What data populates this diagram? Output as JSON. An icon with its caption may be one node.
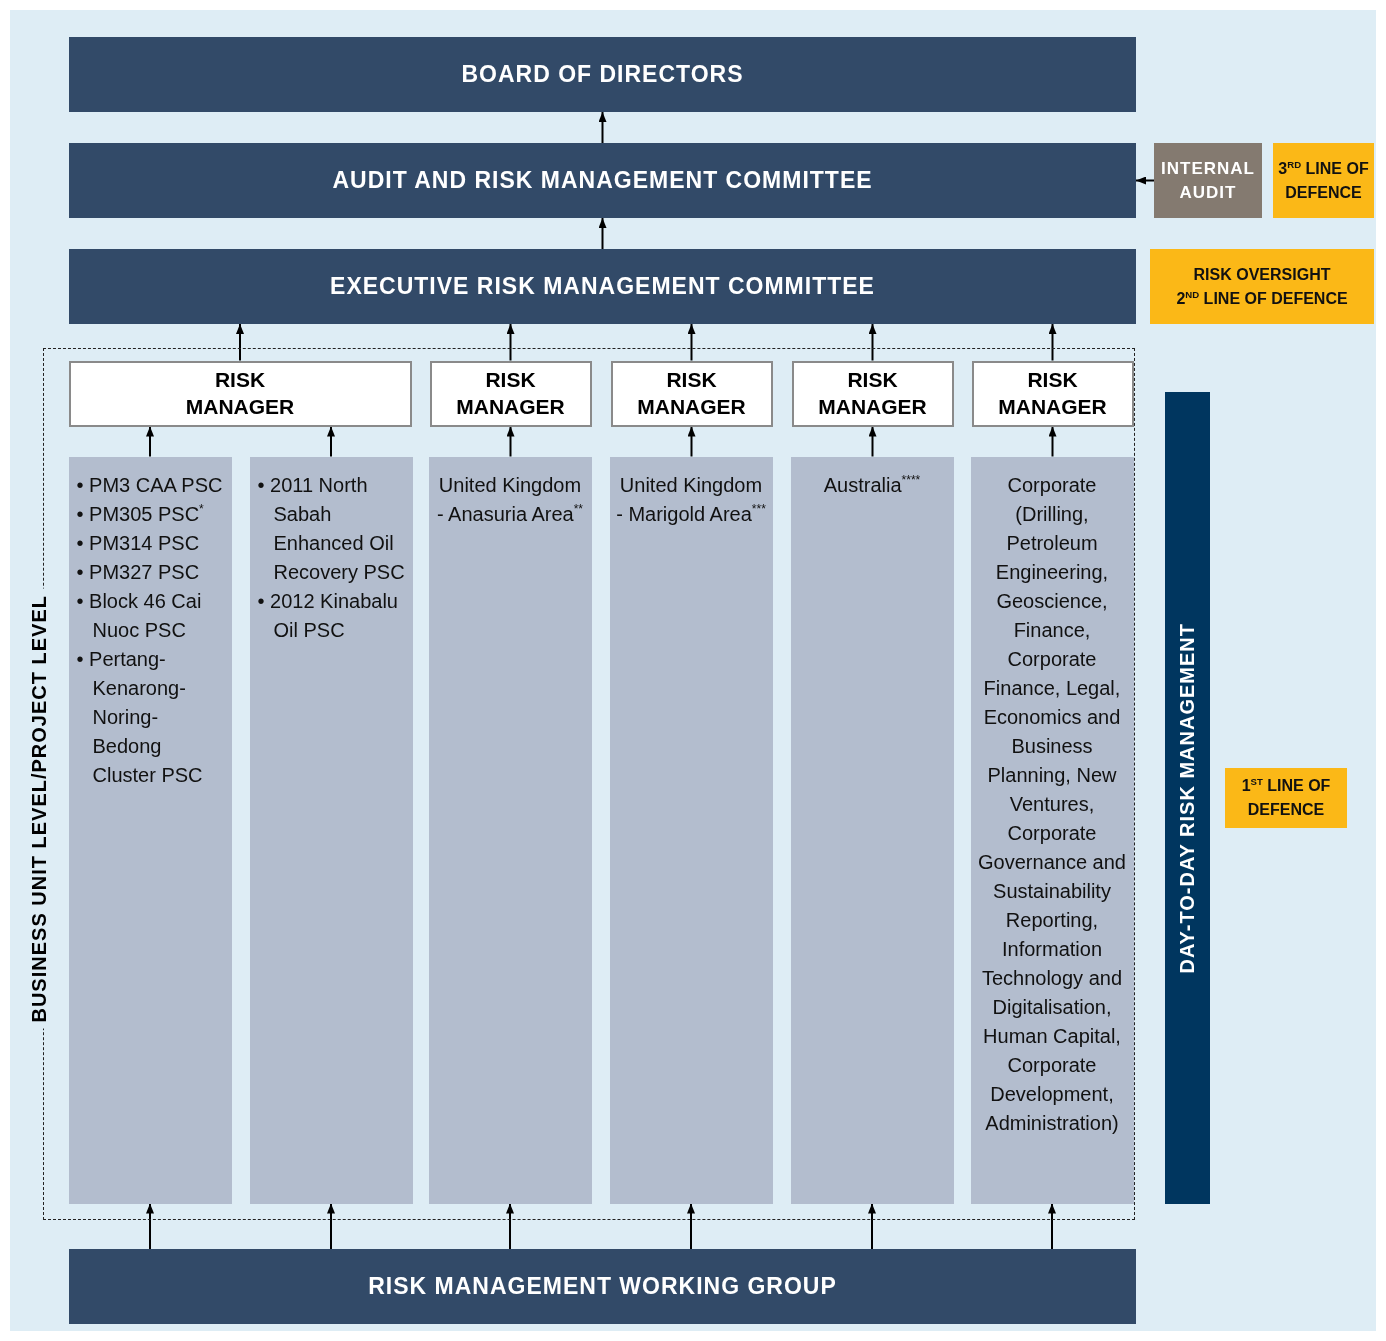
{
  "diagram": {
    "nodes": [
      {
        "text": [
          "BOARD OF DIRECTORS"
        ]
      },
      {
        "text": [
          "AUDIT AND RISK MANAGEMENT COMMITTEE"
        ]
      },
      {
        "text": [
          "EXECUTIVE RISK MANAGEMENT COMMITTEE"
        ]
      },
      {
        "text": [
          "INTERNAL AUDIT"
        ]
      },
      {
        "text": [
          "3$^{RD}$ LINE OF DEFENCE"
        ]
      },
      {
        "text": [
          "RISK OVERSIGHT",
          "2$^{ND}$ LINE OF DEFENCE"
        ]
      },
      {
        "text": [
          "BUSINESS UNIT LEVEL/PROJECT LEVEL"
        ]
      },
      {
        "text": [
          "RISK MANAGER"
        ],
        "in": 6
      },
      {
        "text": [
          "RISK MANAGER"
        ],
        "in": 6
      },
      {
        "text": [
          "RISK MANAGER"
        ],
        "in": 6
      },
      {
        "text": [
          "RISK MANAGER"
        ],
        "in": 6
      },
      {
        "text": [
          "RISK MANAGER"
        ],
        "in": 6
      },
      {
        "text": [
          "• PM3 CAA PSC",
          "• PM305 PSC$^{*}$",
          "• PM314 PSC",
          "• PM327 PSC",
          "• Block 46 Cai Nuoc PSC",
          "• Pertang-Kenarong-Noring-Bedong Cluster PSC"
        ],
        "in": 6
      },
      {
        "text": [
          "• 2011 North Sabah Enhanced Oil Recovery PSC",
          "• 2012 Kinabalu Oil PSC"
        ],
        "in": 6
      },
      {
        "text": [
          "United Kingdom - Anasuria Area$^{**}$"
        ],
        "in": 6
      },
      {
        "text": [
          "United Kingdom - Marigold Area$^{***}$"
        ],
        "in": 6
      },
      {
        "text": [
          "Australia$^{****}$"
        ],
        "in": 6
      },
      {
        "text": [
          "Corporate (Drilling, Petroleum Engineering, Geoscience, Finance, Corporate Finance, Legal, Economics and Business Planning, New Ventures, Corporate Governance and Sustainability Reporting, Information Technology and Digitalisation, Human Capital, Corporate Development, Administration)"
        ],
        "in": 6
      },
      {
        "text": [
          "DAY-TO-DAY RISK MANAGEMENT"
        ]
      },
      {
        "text": [
          "1$^{ST}$ LINE OF DEFENCE"
        ]
      },
      {
        "text": [
          "RISK MANAGEMENT WORKING GROUP"
        ]
      }
    ],
    "edges": [
      {
        "from": 1,
        "to": 0,
        "arrow": "to"
      },
      {
        "from": 2,
        "to": 1,
        "arrow": "to"
      },
      {
        "from": 3,
        "to": 1,
        "arrow": "to"
      },
      {
        "from": 7,
        "to": 2,
        "arrow": "to"
      },
      {
        "from": 8,
        "to": 2,
        "arrow": "to"
      },
      {
        "from": 9,
        "to": 2,
        "arrow": "to"
      },
      {
        "from": 10,
        "to": 2,
        "arrow": "to"
      },
      {
        "from": 11,
        "to": 2,
        "arrow": "to"
      },
      {
        "from": 12,
        "to": 7,
        "arrow": "to"
      },
      {
        "from": 13,
        "to": 7,
        "arrow": "to"
      },
      {
        "from": 14,
        "to": 8,
        "arrow": "to"
      },
      {
        "from": 15,
        "to": 9,
        "arrow": "to"
      },
      {
        "from": 16,
        "to": 10,
        "arrow": "to"
      },
      {
        "from": 17,
        "to": 11,
        "arrow": "to"
      },
      {
        "from": 20,
        "to": 12,
        "arrow": "to"
      },
      {
        "from": 20,
        "to": 13,
        "arrow": "to"
      },
      {
        "from": 20,
        "to": 14,
        "arrow": "to"
      },
      {
        "from": 20,
        "to": 15,
        "arrow": "to"
      },
      {
        "from": 20,
        "to": 16,
        "arrow": "to"
      },
      {
        "from": 20,
        "to": 17,
        "arrow": "to"
      }
    ]
  }
}
